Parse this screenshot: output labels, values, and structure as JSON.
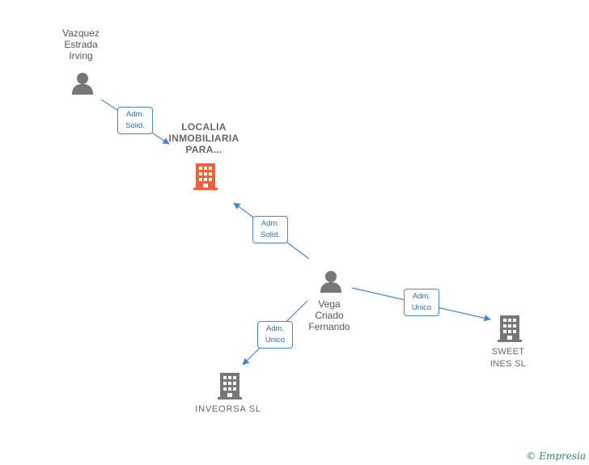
{
  "nodes": {
    "person_vazquez": {
      "label": "Vazquez\nEstrada\nIrving"
    },
    "person_vega": {
      "label": "Vega\nCriado\nFernando"
    },
    "company_localia": {
      "label": "LOCALIA\nINMOBILIARIA\nPARA..."
    },
    "company_sweet": {
      "label": "SWEET\nINES SL"
    },
    "company_inveorsa": {
      "label": "INVEORSA SL"
    }
  },
  "edges": {
    "vazquez_localia": {
      "label_line1": "Adm.",
      "label_line2": "Solid."
    },
    "vega_localia": {
      "label_line1": "Adm.",
      "label_line2": "Solid."
    },
    "vega_sweet": {
      "label_line1": "Adm.",
      "label_line2": "Unico"
    },
    "vega_inveorsa": {
      "label_line1": "Adm.",
      "label_line2": "Unico"
    }
  },
  "footer": {
    "copyright_symbol": "©",
    "brand": "Empresia"
  },
  "colors": {
    "edge": "#4a86c8",
    "person_icon": "#777777",
    "company_main": "#f0603a",
    "company_other": "#777777"
  }
}
